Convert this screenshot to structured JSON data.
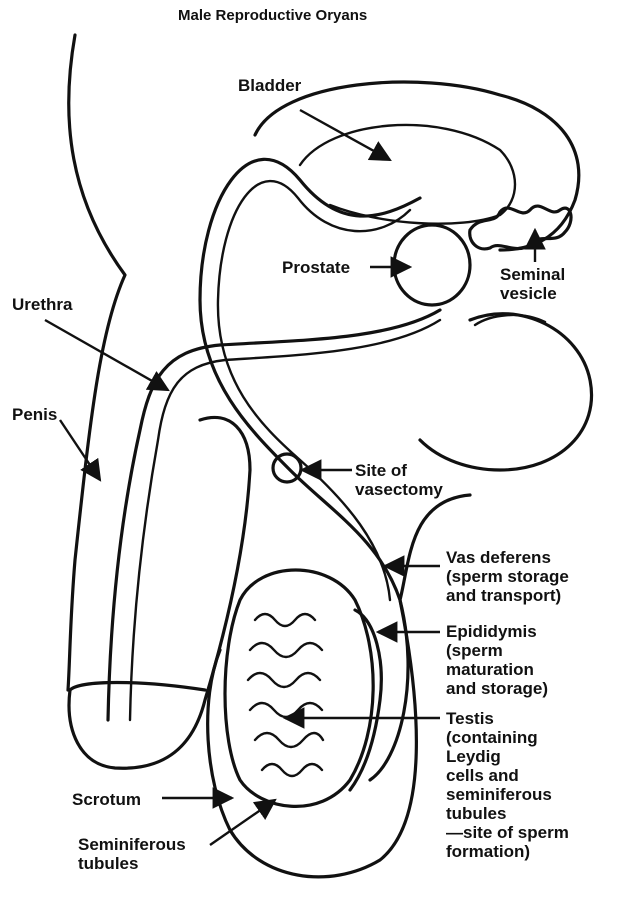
{
  "title": "Male Reproductive Oryans",
  "labels": {
    "bladder": "Bladder",
    "prostate": "Prostate",
    "seminal_vesicle": "Seminal\nvesicle",
    "urethra": "Urethra",
    "penis": "Penis",
    "site_of_vasectomy": "Site of\nvasectomy",
    "vas_deferens": "Vas deferens\n(sperm storage\nand transport)",
    "epididymis": "Epididymis\n(sperm\nmaturation\nand storage)",
    "testis": "Testis\n(containing\nLeydig\ncells and\nseminiferous\ntubules\n—site of sperm\nformation)",
    "scrotum": "Scrotum",
    "seminiferous_tubules": "Seminiferous\ntubules"
  },
  "colors": {
    "ink": "#111111",
    "background": "#ffffff"
  }
}
